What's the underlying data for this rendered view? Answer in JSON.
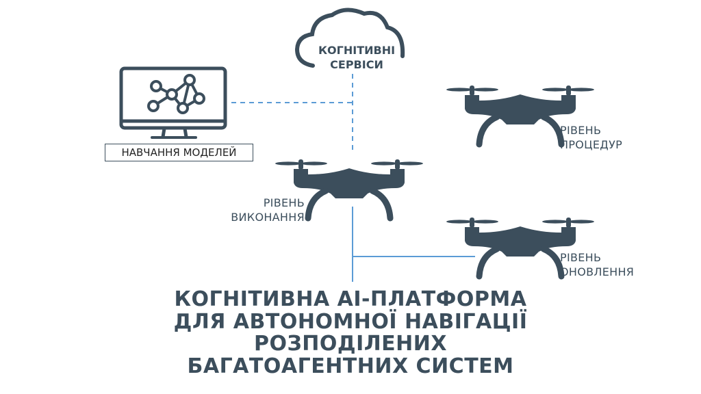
{
  "cloud": {
    "line1": "КОГНІТИВНІ",
    "line2": "СЕРВІСИ"
  },
  "monitor": {
    "label": "НАВЧАННЯ МОДЕЛЕЙ"
  },
  "levels": {
    "procedures": {
      "line1": "РІВЕНЬ",
      "line2": "ПРОЦЕДУР"
    },
    "execution": {
      "line1": "РІВЕНЬ",
      "line2": "ВИКОНАННЯ"
    },
    "update": {
      "line1": "РІВЕНЬ",
      "line2": "ОНОВЛЕННЯ"
    }
  },
  "title": {
    "lines": [
      "КОГНІТИВНА AI-ПЛАТФОРМА",
      "ДЛЯ АВТОНОМНОЇ НАВІГАЦІЇ",
      "РОЗПОДІЛЕНИХ",
      "БАГАТОАГЕНТНИХ СИСТЕМ"
    ]
  },
  "colors": {
    "icon": "#3c4e5c",
    "connector": "#5b9bd5"
  }
}
